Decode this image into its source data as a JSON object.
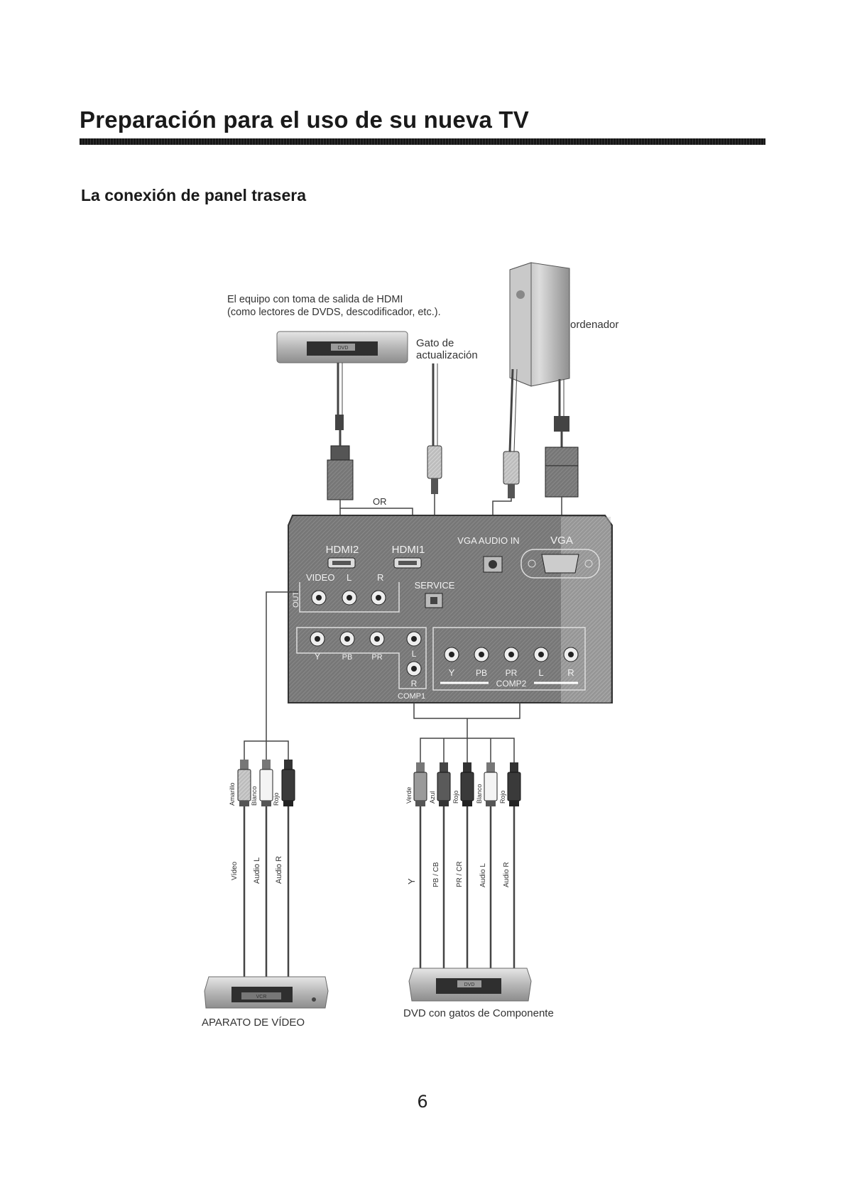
{
  "page": {
    "title": "Preparación para el uso de su nueva TV",
    "section_title": "La conexión de panel trasera",
    "page_number": "6"
  },
  "labels": {
    "hdmi_device_line1": "El equipo con toma de salida de HDMI",
    "hdmi_device_line2": "(como lectores de DVDS, descodificador, etc.).",
    "service_jack_line1": "Gato de",
    "service_jack_line2": "actualización",
    "computer": "ordenador",
    "or": "OR",
    "video_device": "APARATO DE VÍDEO",
    "dvd_component": "DVD con gatos de Componente"
  },
  "panel": {
    "hdmi2": "HDMI2",
    "hdmi1": "HDMI1",
    "vga_audio_in": "VGA AUDIO IN",
    "vga": "VGA",
    "video": "VIDEO",
    "l": "L",
    "r": "R",
    "out": "OUT",
    "service": "SERVICE",
    "y": "Y",
    "pb": "PB",
    "pr": "PR",
    "comp1": "COMP1",
    "comp2": "COMP2"
  },
  "cables_left": {
    "colors": [
      "Amarillo",
      "Blanco",
      "Rojo"
    ],
    "signals": [
      "Vídeo",
      "Audio L",
      "Audio R"
    ]
  },
  "cables_right": {
    "colors": [
      "Verde",
      "Azul",
      "Rojo",
      "Blanco",
      "Rojo"
    ],
    "signals": [
      "Y",
      "PB / CB",
      "PR / CR",
      "Audio L",
      "Audio R"
    ]
  },
  "device_badges": {
    "dvd": "DVD",
    "vcr": "VCR"
  },
  "colors": {
    "panel_fill": "#6f6f6f",
    "panel_dark": "#4f4f4f",
    "cable": "#444444",
    "plug_yellow": "#d8d8d8",
    "plug_white": "#f4f4f4",
    "plug_red": "#3a3a3a",
    "plug_green": "#9a9a9a",
    "plug_blue": "#5a5a5a"
  }
}
